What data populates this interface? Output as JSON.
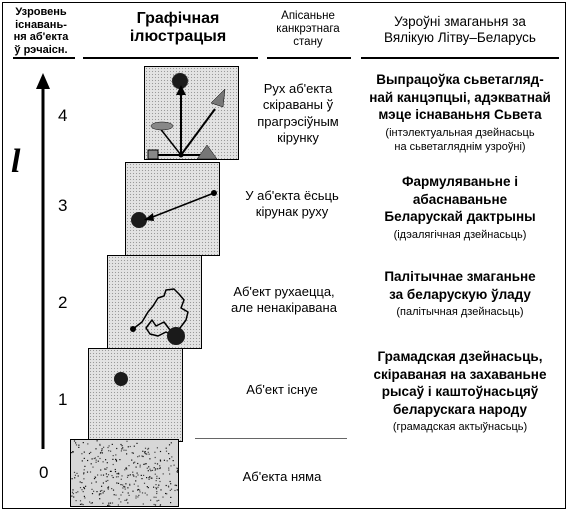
{
  "headers": {
    "level_line1": "Узровень",
    "level_line2": "існавань-",
    "level_line3": "ня аб'екта",
    "level_line4": "ў рэчаісн.",
    "graphic_line1": "Графічная",
    "graphic_line2": "ілюстрацыя",
    "desc_line1": "Апісаньне",
    "desc_line2": "канкрэтнага",
    "desc_line3": "стану",
    "stage_line1": "Узроўні змаганьня за",
    "stage_line2": "Вялікую Літву–Беларусь"
  },
  "axis_symbol": "l",
  "levels": [
    {
      "number": "4",
      "desc_lines": [
        "Рух аб'екта",
        "скіраваны ў",
        "прагрэсіўным",
        "кірунку"
      ],
      "stage_lines": [
        "Выпрацоўка сьветагляд-",
        "най канцэпцыі, адэкватнай",
        "мэце існаваньня Сьвета"
      ],
      "stage_sub_lines": [
        "(інтэлектуальная дзейнасьць",
        "на сьветагляднім узроўні)"
      ]
    },
    {
      "number": "3",
      "desc_lines": [
        "У аб'екта ёсьць",
        "кірунак руху"
      ],
      "stage_lines": [
        "Фармуляваньне і",
        "абаснаваньне",
        "Беларускай дактрыны"
      ],
      "stage_sub_lines": [
        "(ідэалягічная дзейнасьць)"
      ]
    },
    {
      "number": "2",
      "desc_lines": [
        "Аб'ект рухаецца,",
        "але ненакіравана"
      ],
      "stage_lines": [
        "Палітычнае змаганьне",
        "за беларускую ўладу"
      ],
      "stage_sub_lines": [
        "(палітычная дзейнасьць)"
      ]
    },
    {
      "number": "1",
      "desc_lines": [
        "Аб'ект існуе"
      ],
      "stage_lines": [
        "Грамадская дзейнасьць,",
        "скіраваная на захаваньне",
        "рысаў і каштоўнасьцяў",
        "беларускага народу"
      ],
      "stage_sub_lines": [
        "(грамадская актыўнасьць)"
      ]
    },
    {
      "number": "0",
      "desc_lines": [
        "Аб'екта няма"
      ],
      "stage_lines": [],
      "stage_sub_lines": []
    }
  ],
  "colors": {
    "box_fill": "#e3e3e3",
    "dot_dark": "#1a1a1a",
    "line": "#000000"
  }
}
